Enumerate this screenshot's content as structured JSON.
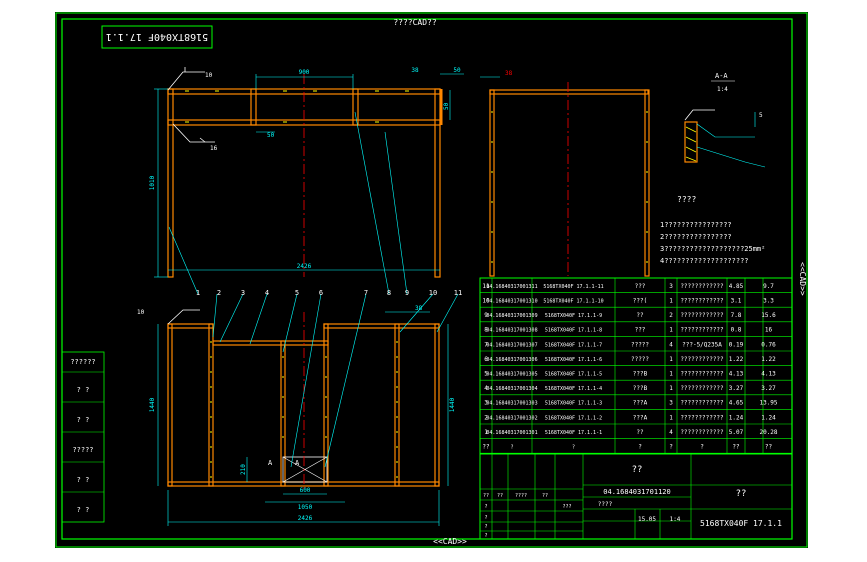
{
  "sheet": {
    "top_banner": "????CAD??",
    "bottom_banner": "<<CAD>>",
    "right_banner": "<<CAD>>",
    "mirror_title": "5168TX040F 17.1.1"
  },
  "colors": {
    "background": "#000000",
    "frame": "#00ff00",
    "dimension": "#00ffff",
    "tube": "#ff8800",
    "hatch": "#ffff00",
    "centerline": "#ff0000",
    "text": "#ffffff"
  },
  "front_view": {
    "dims": {
      "width_top": "900",
      "height": "1010",
      "width_bottom": "2426",
      "right_gap": "50",
      "small_a": "38",
      "small_b": "50",
      "small_c": "50"
    },
    "weld_a": "10",
    "weld_b": "16"
  },
  "side_view": {
    "dim_top": "38"
  },
  "section": {
    "title": "A-A",
    "scale": "1:4",
    "weld": "5"
  },
  "notes": {
    "title": "????",
    "lines": [
      "1????????????????",
      "2????????????????",
      "3???????????????????25mm²",
      "4????????????????????"
    ]
  },
  "plan_view": {
    "balloons": [
      "1",
      "2",
      "3",
      "4",
      "5",
      "6",
      "7",
      "8",
      "9",
      "10",
      "11"
    ],
    "dims": {
      "height_left": "1440",
      "height_right": "1440",
      "top_right": "38",
      "gap_small": "210",
      "center_a": "600",
      "center_b": "1050",
      "overall": "2426",
      "weld": "10"
    },
    "section_label_a": "A",
    "section_label_b": "A"
  },
  "bom": {
    "rows": [
      [
        "11",
        "04.16840317001311",
        "5168TX040F 17.1.1-11",
        "???",
        "3",
        "????????????",
        "4.85",
        "9.7"
      ],
      [
        "10",
        "04.16840317001310",
        "5168TX040F 17.1.1-10",
        "???(",
        "1",
        "????????????",
        "3.1",
        "3.3"
      ],
      [
        "9",
        "04.16840317001309",
        "5168TX040F 17.1.1-9",
        "??",
        "2",
        "????????????",
        "7.8",
        "15.6"
      ],
      [
        "8",
        "04.16840317001308",
        "5168TX040F 17.1.1-8",
        "???",
        "1",
        "????????????",
        "0.8",
        "16"
      ],
      [
        "7",
        "04.16840317001307",
        "5168TX040F 17.1.1-7",
        "?????",
        "4",
        "???-5/Q235A",
        "0.19",
        "0.76"
      ],
      [
        "6",
        "04.16840317001306",
        "5168TX040F 17.1.1-6",
        "?????",
        "1",
        "????????????",
        "1.22",
        "1.22"
      ],
      [
        "5",
        "04.16840317001305",
        "5168TX040F 17.1.1-5",
        "???B",
        "1",
        "????????????",
        "4.13",
        "4.13"
      ],
      [
        "4",
        "04.16840317001304",
        "5168TX040F 17.1.1-4",
        "???B",
        "1",
        "????????????",
        "3.27",
        "3.27"
      ],
      [
        "3",
        "04.16840317001303",
        "5168TX040F 17.1.1-3",
        "???A",
        "3",
        "????????????",
        "4.65",
        "13.95"
      ],
      [
        "2",
        "04.16840317001302",
        "5168TX040F 17.1.1-2",
        "???A",
        "1",
        "????????????",
        "1.24",
        "1.24"
      ],
      [
        "1",
        "04.16840317001301",
        "5168TX040F 17.1.1-1",
        "??",
        "4",
        "????????????",
        "5.07",
        "20.28"
      ]
    ],
    "header": [
      "??",
      "?",
      "?",
      "?",
      "?",
      "?",
      "??",
      "??"
    ]
  },
  "title_block": {
    "name": "??",
    "drawing_no": "04.1684031701120",
    "company": "??",
    "drawing_code": "5168TX040F 17.1.1",
    "scale": "1:4",
    "weight": "15.05",
    "stage": "????",
    "cells": [
      "??",
      "??",
      "????",
      "??",
      "?",
      "?",
      "?",
      "?",
      "???"
    ]
  },
  "left_cells": [
    "??????",
    "? ?",
    "? ?",
    "?????",
    "? ?",
    "? ?"
  ]
}
